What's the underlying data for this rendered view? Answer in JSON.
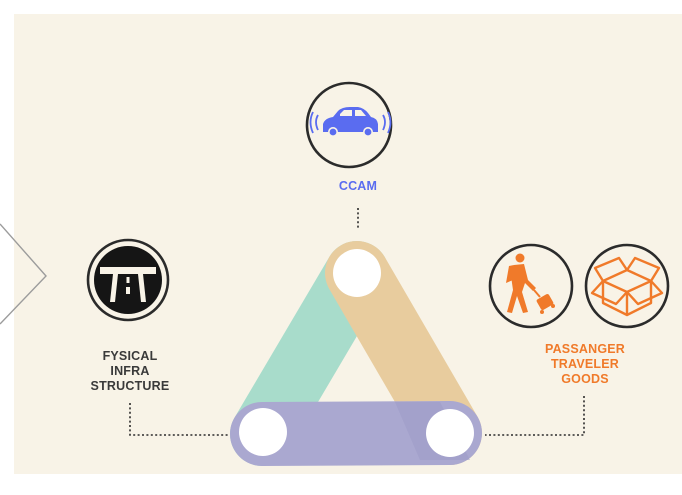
{
  "diagram": {
    "top_node": {
      "label": "CCAM",
      "icon": "connected-car-icon"
    },
    "left_node": {
      "label_lines": [
        "FYSICAL",
        "INFRA",
        "STRUCTURE"
      ],
      "icon": "road-tunnel-icon"
    },
    "right_node": {
      "label_lines": [
        "PASSANGER",
        "TRAVELER",
        "GOODS"
      ],
      "icons": [
        "traveler-with-luggage-icon",
        "open-box-icon"
      ]
    },
    "colors": {
      "background": "#f8f3e7",
      "teal_link": "#a8dccb",
      "tan_link": "#e8cc9e",
      "lavender_link": "#aaa8d0",
      "ccam_label": "#5a6cf0",
      "goods_label": "#f07a2a",
      "dark": "#2b2b2b"
    }
  }
}
